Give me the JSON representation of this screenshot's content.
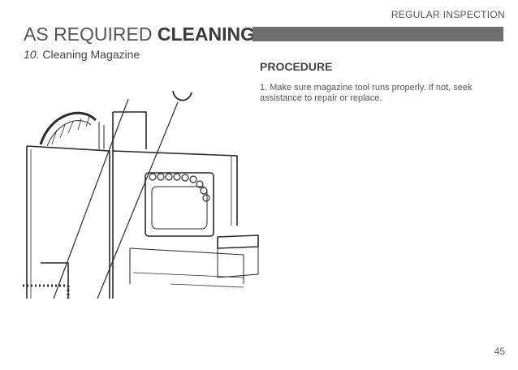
{
  "header": {
    "section": "REGULAR INSPECTION"
  },
  "title": {
    "prefix": "AS REQUIRED",
    "emphasis": "CLEANING"
  },
  "subtitle": {
    "number": "10.",
    "text": "Cleaning Magazine"
  },
  "procedure": {
    "heading": "PROCEDURE",
    "steps": [
      "1. Make sure magazine tool runs properly. If not, seek assistance to repair or replace."
    ]
  },
  "footer": {
    "page_number": "45"
  }
}
